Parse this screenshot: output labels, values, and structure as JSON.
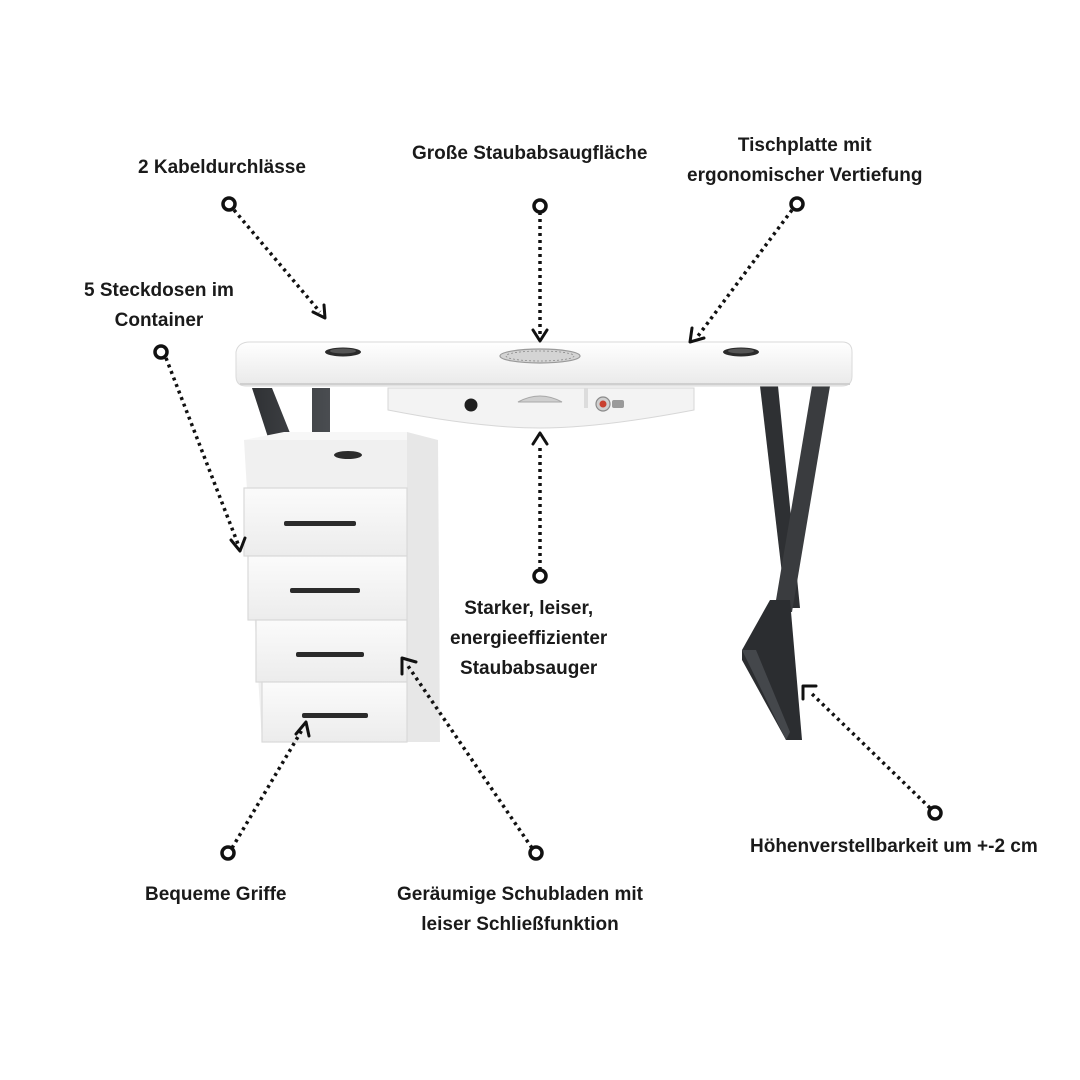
{
  "annotations": {
    "cable_ports": {
      "lines": [
        "2 Kabeldurchlässe"
      ]
    },
    "dust_area": {
      "lines": [
        "Große Staubabsaugfläche"
      ]
    },
    "tabletop": {
      "lines": [
        "Tischplatte mit",
        "ergonomischer Vertiefung"
      ]
    },
    "sockets": {
      "lines": [
        "5 Steckdosen im",
        "Container"
      ]
    },
    "extractor": {
      "lines": [
        "Starker, leiser,",
        "energieeffizienter",
        "Staubabsauger"
      ]
    },
    "height": {
      "lines": [
        "Höhenverstellbarkeit um +-2 cm"
      ]
    },
    "handles": {
      "lines": [
        "Bequeme Griffe"
      ]
    },
    "drawers": {
      "lines": [
        "Geräumige Schubladen mit",
        "leiser Schließfunktion"
      ]
    }
  },
  "colors": {
    "background": "#ffffff",
    "text": "#1a1a1a",
    "desk_white": "#f4f4f4",
    "frame_dark": "#3a3c3f",
    "handle": "#2b2b2b"
  }
}
